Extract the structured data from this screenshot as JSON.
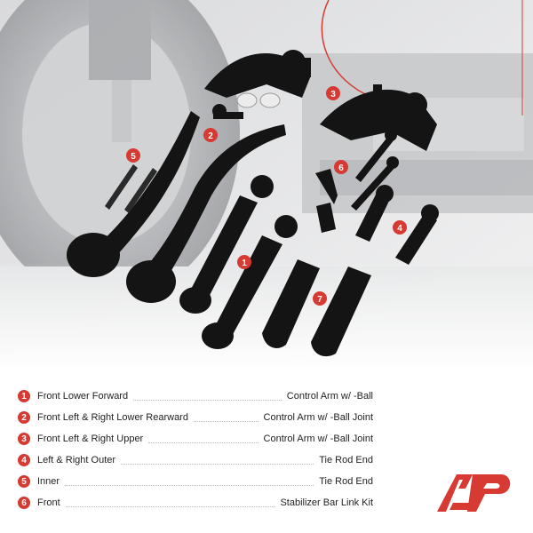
{
  "legend": [
    {
      "num": "1",
      "label": "Front Lower Forward",
      "desc": "Control Arm w/ -Ball"
    },
    {
      "num": "2",
      "label": "Front Left & Right Lower Rearward",
      "desc": "Control Arm w/ -Ball Joint"
    },
    {
      "num": "3",
      "label": "Front Left & Right Upper",
      "desc": "Control Arm w/ -Ball Joint"
    },
    {
      "num": "4",
      "label": "Left & Right Outer",
      "desc": "Tie Rod End"
    },
    {
      "num": "5",
      "label": "Inner",
      "desc": "Tie Rod End"
    },
    {
      "num": "6",
      "label": "Front",
      "desc": "Stabilizer Bar Link Kit"
    }
  ],
  "callouts": [
    "1",
    "2",
    "3",
    "4",
    "5",
    "6",
    "7"
  ],
  "colors": {
    "accent": "#d63a32",
    "part": "#141414",
    "background": "#ffffff"
  },
  "logo_icon": "a-premium-logo-icon"
}
